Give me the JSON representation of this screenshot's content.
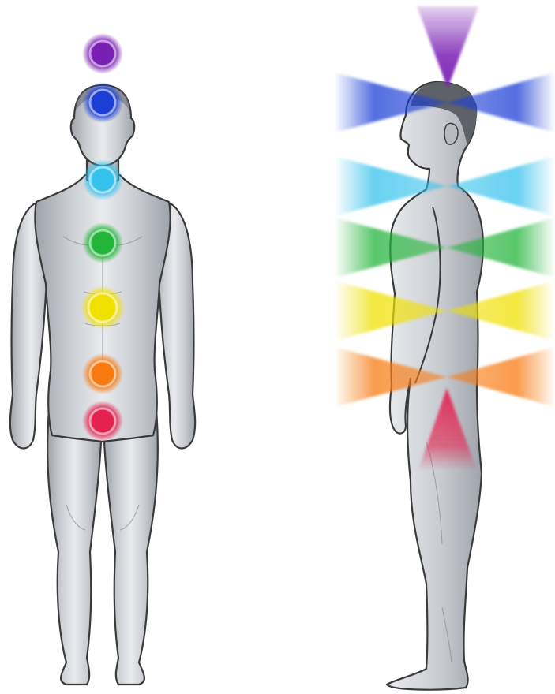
{
  "figures": [
    {
      "name": "front-view-figure",
      "orientation": "front"
    },
    {
      "name": "side-view-figure",
      "orientation": "side"
    }
  ],
  "body_style": {
    "skin_light": "#e9ebee",
    "skin_mid": "#c9ccd1",
    "skin_dark": "#9ea3aa",
    "outline": "#3a3a3a",
    "hair": "#5e6268"
  },
  "energy_points": [
    {
      "id": "crown",
      "color": "#7a1fb3",
      "direction": "up"
    },
    {
      "id": "third-eye",
      "color": "#1a3ed6",
      "direction": "front-back"
    },
    {
      "id": "throat",
      "color": "#35c2ec",
      "direction": "front-back"
    },
    {
      "id": "heart",
      "color": "#23b43a",
      "direction": "front-back"
    },
    {
      "id": "solar-plexus",
      "color": "#f0e000",
      "direction": "front-back"
    },
    {
      "id": "sacral",
      "color": "#f77a10",
      "direction": "front-back"
    },
    {
      "id": "root",
      "color": "#e3224f",
      "direction": "down"
    }
  ]
}
